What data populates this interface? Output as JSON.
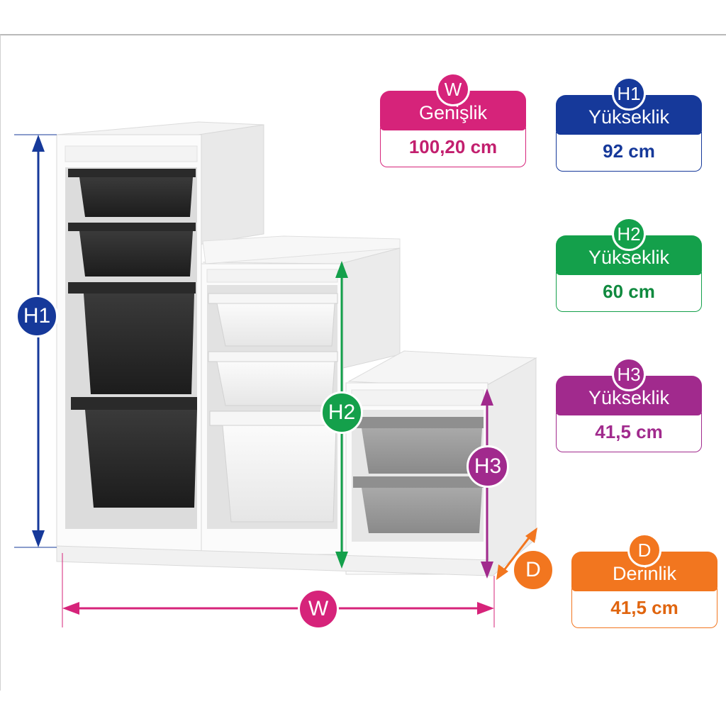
{
  "colors": {
    "w": "#d6237a",
    "h1": "#16399a",
    "h2": "#14a04b",
    "h3": "#a12a8d",
    "d": "#f2761f"
  },
  "dimensions": {
    "w": {
      "badge": "W",
      "label": "Genişlik",
      "value": "100,20 cm"
    },
    "h1": {
      "badge": "H1",
      "label": "Yükseklik",
      "value": "92 cm"
    },
    "h2": {
      "badge": "H2",
      "label": "Yükseklik",
      "value": "60 cm"
    },
    "h3": {
      "badge": "H3",
      "label": "Yükseklik",
      "value": "41,5 cm"
    },
    "d": {
      "badge": "D",
      "label": "Derinlik",
      "value": "41,5 cm"
    }
  }
}
